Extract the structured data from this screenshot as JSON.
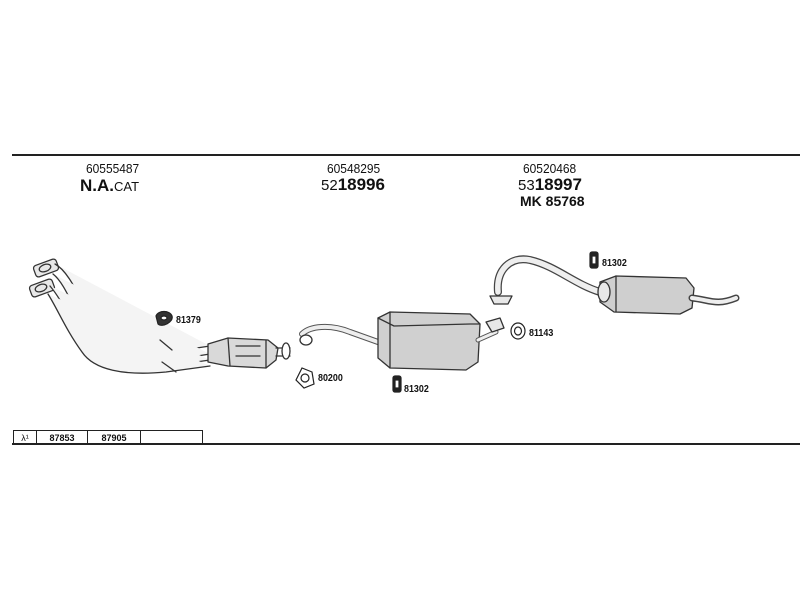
{
  "sections": [
    {
      "part_number": "60555487",
      "name_bold": "N.A.",
      "name_suffix": "CAT"
    },
    {
      "part_number": "60548295",
      "prefix": "52",
      "bold": "18996"
    },
    {
      "part_number": "60520468",
      "prefix": "53",
      "bold": "18997",
      "line2": "MK 85768"
    }
  ],
  "parts": [
    {
      "number": "81379",
      "icon": "gasket-icon"
    },
    {
      "number": "80200",
      "icon": "triangle-gasket-icon"
    },
    {
      "number": "81302",
      "icon": "rubber-mount-icon"
    },
    {
      "number": "81143",
      "icon": "ring-gasket-icon"
    },
    {
      "number": "81302",
      "icon": "rubber-mount-icon"
    }
  ],
  "lambda": {
    "symbol": "λ¹",
    "cells": [
      "87853",
      "87905",
      ""
    ]
  }
}
